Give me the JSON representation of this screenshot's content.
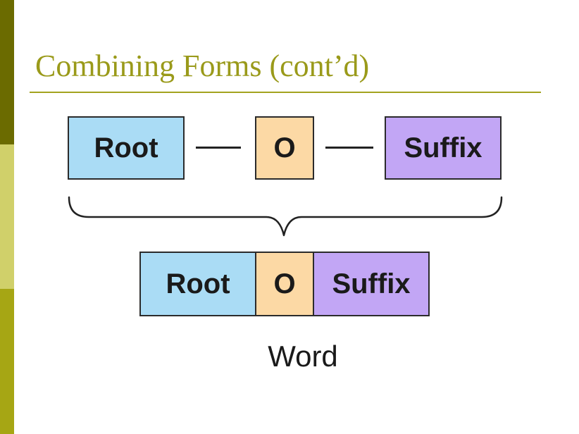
{
  "slide": {
    "title": "Combining Forms (cont’d)",
    "accent_color": "#9a9a1a",
    "sidebar_colors": [
      "#6b6b00",
      "#d0d06a",
      "#a6a614"
    ]
  },
  "diagram": {
    "top_parts": {
      "root": "Root",
      "o": "O",
      "suffix": "Suffix"
    },
    "combined_parts": {
      "root": "Root",
      "o": "O",
      "suffix": "Suffix"
    },
    "result_label": "Word",
    "part_colors": {
      "root": "#aadcf5",
      "o": "#fcd9a5",
      "suffix": "#c2a6f5"
    }
  }
}
